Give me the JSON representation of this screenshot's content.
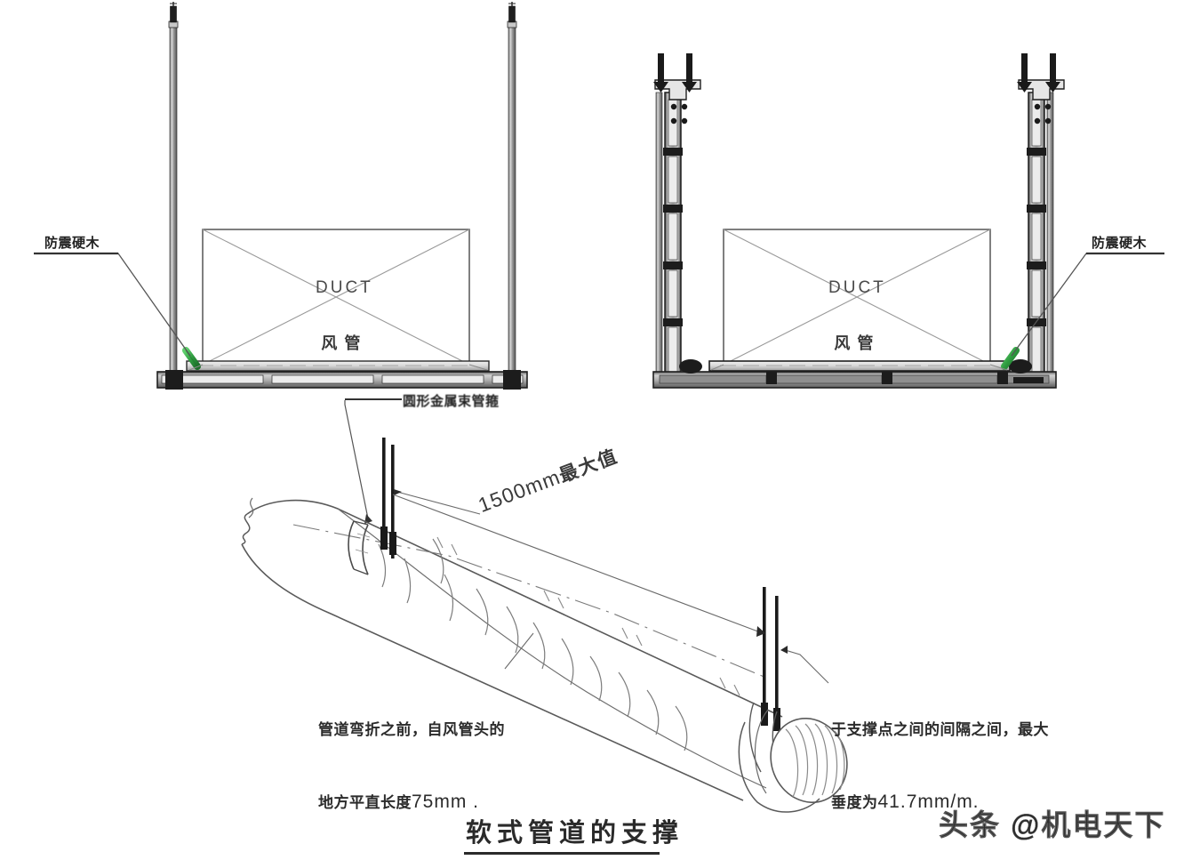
{
  "document": {
    "type": "technical-drawing",
    "discipline": "HVAC duct support details",
    "figure_title": "软式管道的支撑"
  },
  "labels": {
    "left_hardwood": "防震硬木",
    "right_hardwood": "防震硬木",
    "clamp": "圆形金属束管箍",
    "dimension_max_value": "1500mm 最大值",
    "dimension_number": "1500mm",
    "dimension_suffix": "最大值",
    "note_left_line1": "管道弯折之前，自风管头的",
    "note_left_line2": "地方平直长度",
    "note_left_value": "75mm .",
    "note_right_line1": "于支撑点之间的间隔之间，最大",
    "note_right_line2": "垂度为",
    "note_right_value": "41.7mm/m.",
    "duct_label_en": "DUCT",
    "duct_label_cn": "风管"
  },
  "views": {
    "left_detail": {
      "name": "threaded-rod-trapeze-support",
      "duct_label_en": "DUCT",
      "duct_label_cn": "风管",
      "hardwood_label": "防震硬木"
    },
    "right_detail": {
      "name": "channel-strut-trapeze-support",
      "duct_label_en": "DUCT",
      "duct_label_cn": "风管",
      "hardwood_label": "防震硬木"
    },
    "flex_duct_view": {
      "name": "flexible-duct-support-isometric",
      "max_span": "1500mm 最大值",
      "sag_note": "41.7mm/m.",
      "straight_length_note": "75mm ."
    }
  },
  "watermark": {
    "text": "头条 @机电天下"
  },
  "colors": {
    "line": "#3a3a3a",
    "thin_line": "#8a8a8a",
    "steel_fill": "#b9b9b9",
    "steel_dark": "#2a2a2a",
    "hardwood_accent": "#2e9b3f",
    "text": "#222222",
    "background": "#ffffff"
  }
}
